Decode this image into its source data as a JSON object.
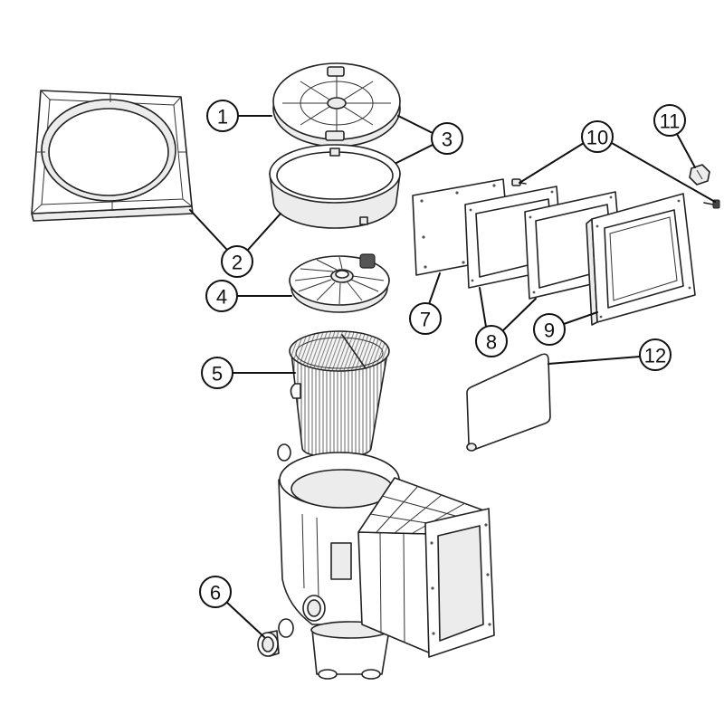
{
  "diagram": {
    "callouts": [
      "1",
      "2",
      "3",
      "4",
      "5",
      "6",
      "7",
      "8",
      "9",
      "10",
      "11",
      "12"
    ]
  },
  "colors": {
    "line": "#222222",
    "part_fill": "#ffffff",
    "shade": "#ececec"
  }
}
